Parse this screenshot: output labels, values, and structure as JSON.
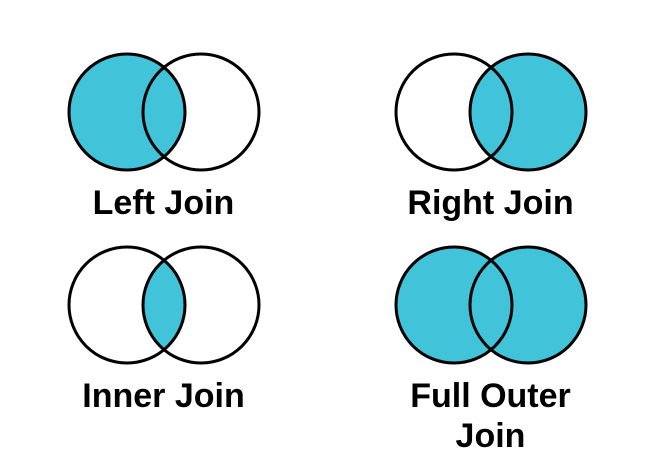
{
  "colors": {
    "venn_fill": "#41c3d9",
    "venn_stroke": "#000000",
    "label_text": "#000000",
    "background": "#ffffff"
  },
  "diagrams": [
    {
      "label": "Left Join",
      "type": "left",
      "shaded_region": "left circle including intersection"
    },
    {
      "label": "Right Join",
      "type": "right",
      "shaded_region": "right circle including intersection"
    },
    {
      "label": "Inner Join",
      "type": "inner",
      "shaded_region": "intersection only"
    },
    {
      "label": "Full Outer Join",
      "type": "full",
      "shaded_region": "both circles"
    }
  ]
}
